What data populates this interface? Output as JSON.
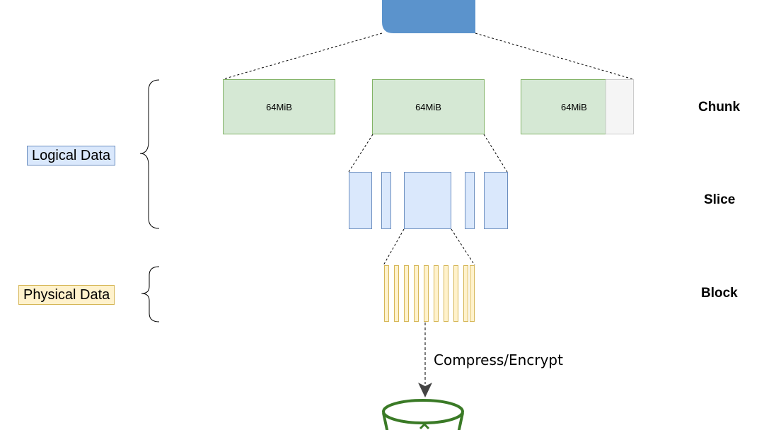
{
  "sides": {
    "logical": "Logical Data",
    "physical": "Physical Data"
  },
  "levels": {
    "chunk": "Chunk",
    "slice": "Slice",
    "block": "Block"
  },
  "chunks": [
    "64MiB",
    "64MiB",
    "64MiB"
  ],
  "arrow_label": "Compress/Encrypt",
  "colors": {
    "file_fill": "#5b93cc",
    "chunk_fill": "#d5e8d4",
    "chunk_stroke": "#82b366",
    "slice_fill": "#dae8fc",
    "slice_stroke": "#6c8ebf",
    "block_fill": "#fff2cc",
    "block_stroke": "#d6b656",
    "bucket_stroke": "#3a7a26"
  },
  "icons": [
    "file-icon",
    "left-brace-icon",
    "bucket-icon",
    "down-arrow-icon"
  ]
}
